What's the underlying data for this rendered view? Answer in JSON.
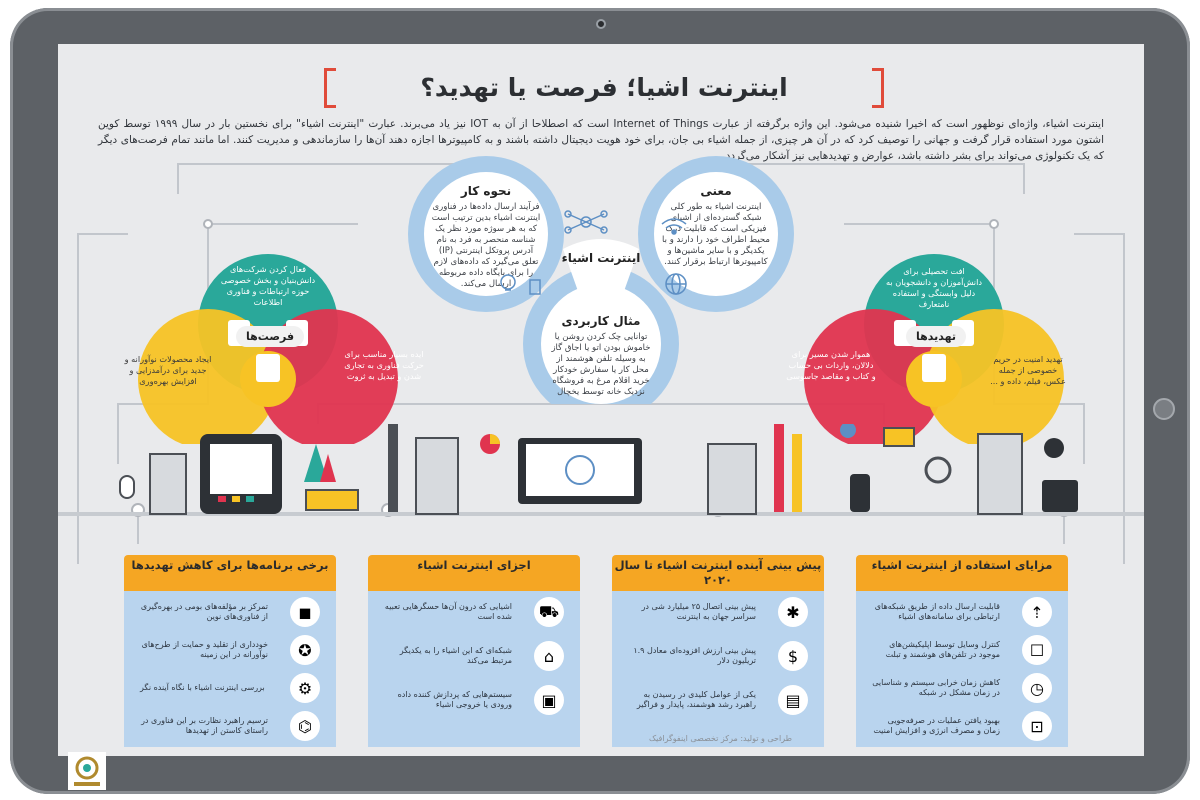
{
  "title": "اینترنت اشیا؛ فرصت یا تهدید؟",
  "intro": "اینترنت اشیاء، واژه‌ای نوظهور است که اخیرا شنیده می‌شود. این واژه برگرفته از عبارت Internet of Things است که اصطلاحا از آن به IOT نیز یاد می‌برند. عبارت \"اینترنت اشیاء\" برای نخستین بار در سال ۱۹۹۹ توسط کوین اشتون مورد استفاده قرار گرفت و جهانی را توصیف کرد که در آن هر چیزی، از جمله اشیاء بی جان، برای خود هویت دیجیتال داشته باشند و به کامپیوترها اجازه دهند آن‌ها را سازماندهی و مدیریت کنند. اما مانند تمام فرصت‌های دیگر که یک تکنولوژی می‌تواند برای بشر داشته باشد، عوارض و تهدیدهایی نیز آشکار می‌گردد.",
  "center_label": "اینترنت اشیاء",
  "bubbles": {
    "how": {
      "title": "نحوه کار",
      "text": "فرآیند ارسال داده‌ها در فناوری اینترنت اشیاء بدین ترتیب است که به هر سوژه مورد نظر یک شناسه منحصر به فرد به نام آدرس پروتکل اینترنتی (IP) تعلق می‌گیرد که داده‌های لازم را برای پایگاه داده مربوطه ارسال می‌کند."
    },
    "meaning": {
      "title": "معنی",
      "text": "اینترنت اشیاء به طور کلی شبکه گسترده‌ای از اشیای فیزیکی است که قابلیت درک محیط اطراف خود را دارند و با یکدیگر و با سایر ماشین‌ها و کامپیوترها ارتباط برقرار کنند."
    },
    "example": {
      "title": "مثال کاربردی",
      "text": "توانایی چک کردن روشن یا خاموش بودن اتو یا اجاق گاز به وسیله تلفن هوشمند از محل کار یا سفارش خودکار خرید اقلام مرغ به فروشگاه نزدیک خانه توسط یخچال"
    }
  },
  "opportunities": {
    "label": "فرصت‌ها",
    "teal": "فعال کردن شرکت‌های دانش‌بنیان و بخش خصوصی حوزه ارتباطات و فناوری اطلاعات",
    "yellow": "ایجاد محصولات نوآورانه و جدید برای درآمدزایی و افزایش بهره‌وری",
    "red": "ایده بسیار مناسب برای حرکت فناوری به تجاری شدن و تبدیل به ثروت"
  },
  "threats": {
    "label": "تهدیدها",
    "teal": "افت تحصیلی برای دانش‌آموزان و دانشجویان به دلیل وابستگی و استفاده نامتعارف",
    "yellow": "تهدید امنیت در حریم خصوصی از جمله عکس، فیلم، داده و ...",
    "red": "هموار شدن مسیر برای دلالان، واردات بی حساب و کتاب و مقاصد جاسوسی"
  },
  "cards": [
    {
      "title": "برخی برنامه‌ها برای کاهش تهدیدها",
      "rows": [
        {
          "text": "تمرکز بر مؤلفه‌های بومی در بهره‌گیری از فناوری‌های نوین",
          "icon": "iran-map-icon"
        },
        {
          "text": "خودداری از تقلید و حمایت از طرح‌های نوآورانه در این زمینه",
          "icon": "badge-icon"
        },
        {
          "text": "بررسی اینترنت اشیاء با نگاه آینده نگر",
          "icon": "network-icon"
        },
        {
          "text": "ترسیم راهبرد نظارت بر این فناوری در راستای کاستن از تهدیدها",
          "icon": "circuit-icon"
        }
      ]
    },
    {
      "title": "اجزای اینترنت اشیاء",
      "rows": [
        {
          "text": "اشیایی که درون آن‌ها حسگرهایی تعبیه شده است",
          "icon": "car-sensor-icon"
        },
        {
          "text": "شبکه‌ای که این اشیاء را به یکدیگر مرتبط می‌کند",
          "icon": "router-icon"
        },
        {
          "text": "سیستم‌هایی که پردازش کننده داده ورودی یا خروجی اشیاء",
          "icon": "chip-icon"
        }
      ]
    },
    {
      "title": "پیش بینی آینده اینترنت اشیاء تا سال ۲۰۲۰",
      "rows": [
        {
          "text": "پیش بینی اتصال ۲۵ میلیارد شی در سراسر جهان به اینترنت",
          "icon": "hub-icon"
        },
        {
          "text": "پیش بینی ارزش افزوده‌ای معادل ۱.۹ تریلیون دلار",
          "icon": "money-icon"
        },
        {
          "text": "یکی از عوامل کلیدی در رسیدن به راهبرد رشد هوشمند، پایدار و فراگیر",
          "icon": "chart-icon"
        }
      ]
    },
    {
      "title": "مزایای استفاده از اینترنت اشیاء",
      "rows": [
        {
          "text": "قابلیت ارسال داده از طریق شبکه‌های ارتباطی برای سامانه‌های اشیاء",
          "icon": "usb-icon"
        },
        {
          "text": "کنترل وسایل توسط اپلیکیشن‌های موجود در تلفن‌های هوشمند و تبلت",
          "icon": "phone-icon"
        },
        {
          "text": "کاهش زمان خرابی سیستم و شناسایی در زمان مشکل در شبکه",
          "icon": "clock-icon"
        },
        {
          "text": "بهبود یافتن عملیات در صرفه‌جویی زمان و مصرف انرژی و افزایش امنیت",
          "icon": "lock-icon"
        }
      ]
    }
  ],
  "credit": "طراحی و تولید: مرکز تخصصی اینفوگرافیک",
  "colors": {
    "teal": "#2aa89a",
    "yellow": "#f7c325",
    "red": "#e0344f",
    "bubble": "#a9cbe9",
    "orange": "#f5a623",
    "frame": "#5d6166"
  }
}
